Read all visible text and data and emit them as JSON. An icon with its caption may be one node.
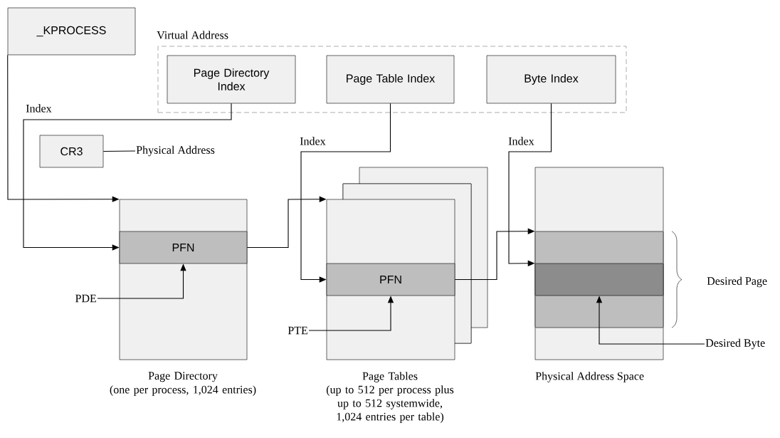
{
  "diagram": {
    "nodes": [
      {
        "text": [
          "_KPROCESS"
        ]
      },
      {
        "text": [
          "Virtual Address"
        ]
      },
      {
        "text": [
          "Page Directory Index"
        ],
        "in": 1
      },
      {
        "text": [
          "Page Table Index"
        ],
        "in": 1
      },
      {
        "text": [
          "Byte Index"
        ],
        "in": 1
      },
      {
        "text": [
          "CR3"
        ]
      },
      {
        "text": [
          "Physical Address"
        ]
      },
      {
        "text": [],
        "shape": "box",
        "beside": [
          "Page Directory",
          "(one per process, 1,024 entries)"
        ]
      },
      {
        "text": [
          "PFN"
        ],
        "in": 7
      },
      {
        "text": [
          "PDE"
        ]
      },
      {
        "text": [],
        "shape": "box",
        "beside": [
          "Page Tables",
          "(up to 512 per process plus up to 512 systemwide, 1,024 entries per table)"
        ]
      },
      {
        "text": [
          "PFN"
        ],
        "in": 10
      },
      {
        "text": [
          "PTE"
        ]
      },
      {
        "text": [],
        "shape": "box",
        "beside": [
          "Physical Address Space"
        ]
      },
      {
        "text": [],
        "shape": "bar",
        "in": 13
      },
      {
        "text": [],
        "shape": "bar",
        "in": 14
      },
      {
        "text": [
          "Desired Byte"
        ]
      }
    ],
    "edges": [
      {
        "from": 0,
        "to": 7,
        "arrow": "to"
      },
      {
        "from": 2,
        "to": 8,
        "arrow": "to",
        "label": "Index"
      },
      {
        "from": 5,
        "to": 6,
        "arrow": "none"
      },
      {
        "from": 9,
        "to": 8,
        "arrow": "to"
      },
      {
        "from": 8,
        "to": 10,
        "arrow": "to"
      },
      {
        "from": 3,
        "to": 11,
        "arrow": "to",
        "label": "Index"
      },
      {
        "from": 12,
        "to": 11,
        "arrow": "to"
      },
      {
        "from": 11,
        "to": 14,
        "arrow": "to"
      },
      {
        "from": 4,
        "to": 15,
        "arrow": "to",
        "label": "Index"
      },
      {
        "from": 16,
        "to": 15,
        "arrow": "to"
      }
    ],
    "labels": [
      "Desired Page"
    ]
  }
}
